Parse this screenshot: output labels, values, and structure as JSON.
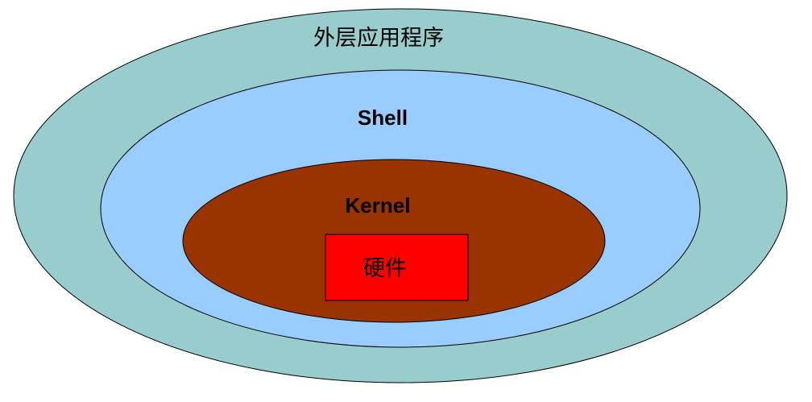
{
  "diagram": {
    "layers": [
      {
        "id": "outer-app",
        "label": "外层应用程序",
        "color": "#99CCCC"
      },
      {
        "id": "shell",
        "label": "Shell",
        "color": "#99CCFF"
      },
      {
        "id": "kernel",
        "label": "Kernel",
        "color": "#993300"
      },
      {
        "id": "hardware",
        "label": "硬件",
        "color": "#FF0000"
      }
    ]
  }
}
